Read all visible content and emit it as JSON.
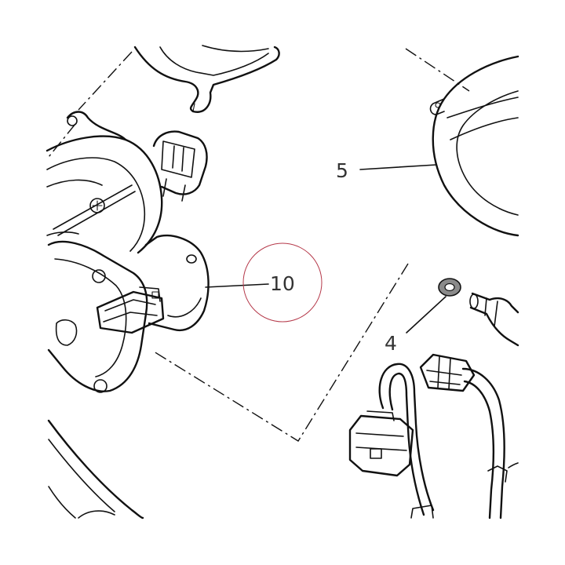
{
  "callouts": [
    {
      "id": "5",
      "label": "5"
    },
    {
      "id": "10",
      "label": "10"
    },
    {
      "id": "4",
      "label": "4"
    }
  ],
  "colors": {
    "line": "#111111",
    "callout_text": "#333333",
    "highlight_circle": "#b5394a",
    "washer_fill": "#8a8a8a"
  }
}
